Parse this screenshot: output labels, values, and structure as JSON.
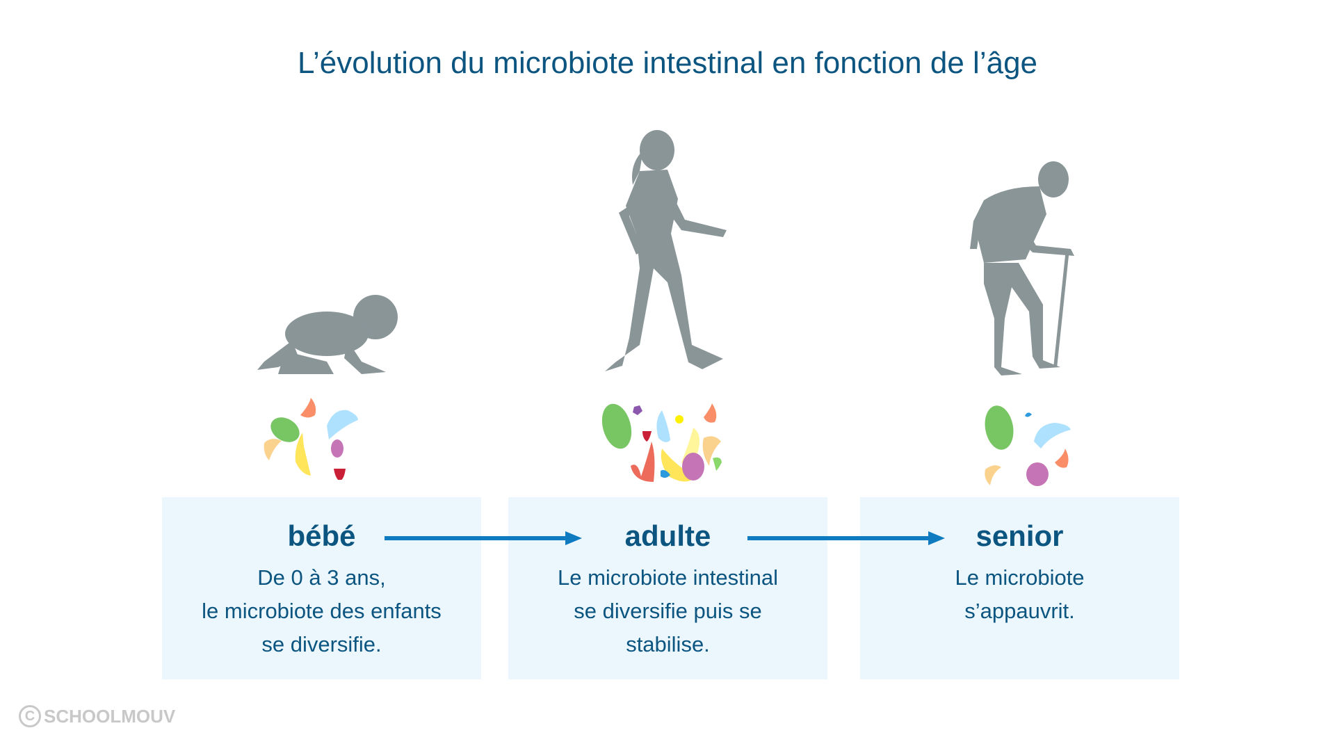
{
  "title": "L’évolution du microbiote intestinal en fonction de l’âge",
  "stages": [
    {
      "label": "bébé",
      "lines": [
        "De 0 à 3 ans,",
        "le microbiote des enfants",
        "se diversifie."
      ]
    },
    {
      "label": "adulte",
      "lines": [
        "Le microbiote intestinal",
        "se diversifie puis se",
        "stabilise."
      ]
    },
    {
      "label": "senior",
      "lines": [
        "Le microbiote",
        "s’appauvrit."
      ]
    }
  ],
  "logo": {
    "symbol": "C",
    "text": "SCHOOLMOUV"
  },
  "colors": {
    "text": "#0b5580",
    "box": "#ebf6fd",
    "arrow": "#0e7ac0",
    "silhouette": "#8a9598"
  }
}
